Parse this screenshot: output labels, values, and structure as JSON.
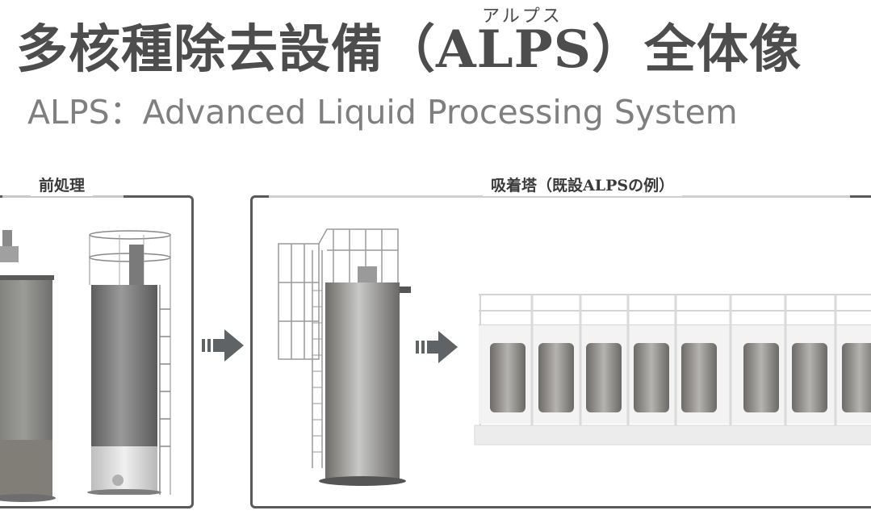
{
  "header": {
    "title": "多核種除去設備（ALPS）全体像",
    "ruby": "アルプス",
    "subtitle": "ALPS：Advanced Liquid Processing System"
  },
  "panels": [
    {
      "label": "前処理",
      "equipment": [
        "pretreatment-tank-large",
        "pretreatment-tower-with-ladder"
      ]
    },
    {
      "label": "吸着塔（既設ALPSの例）",
      "equipment": [
        "adsorption-tower-single",
        "adsorption-tower-array"
      ]
    }
  ],
  "flow": {
    "arrows": [
      "arrow-pretreatment-to-adsorption",
      "arrow-single-to-array"
    ]
  },
  "colors": {
    "title": "#4d4d4d",
    "subtitle": "#7f7f7f",
    "frame": "#5a5a5a",
    "arrow": "#5f6366",
    "tank_steel": "#8e8e8c"
  }
}
